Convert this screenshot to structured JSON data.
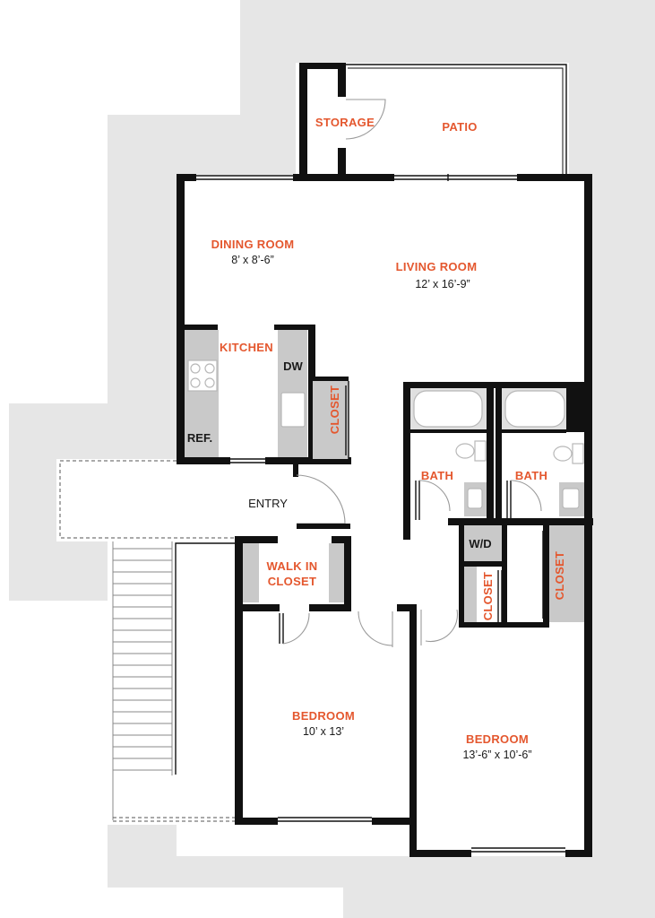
{
  "plan": {
    "rooms": {
      "storage": {
        "label": "STORAGE"
      },
      "patio": {
        "label": "PATIO"
      },
      "dining": {
        "label": "DINING ROOM",
        "dimensions": "8’ x 8’-6”"
      },
      "living": {
        "label": "LIVING ROOM",
        "dimensions": "12’ x  16’-9”"
      },
      "kitchen": {
        "label": "KITCHEN"
      },
      "entry": {
        "label": "ENTRY"
      },
      "walkin": {
        "label_line1": "WALK IN",
        "label_line2": "CLOSET"
      },
      "bath1": {
        "label": "BATH"
      },
      "bath2": {
        "label": "BATH"
      },
      "bedroom1": {
        "label": "BEDROOM",
        "dimensions": "10’ x 13’"
      },
      "bedroom2": {
        "label": "BEDROOM",
        "dimensions": "13’-6” x 10’-6”"
      }
    },
    "closets": {
      "kitchen": "CLOSET",
      "hall": "CLOSET",
      "bedroom2": "CLOSET"
    },
    "appliances": {
      "dishwasher": "DW",
      "refrigerator": "REF.",
      "washer_dryer": "W/D"
    },
    "colors": {
      "label": "#e4572e",
      "wall": "#111111",
      "surround": "#e6e6e6",
      "cabinet": "#c9c9c9"
    }
  }
}
